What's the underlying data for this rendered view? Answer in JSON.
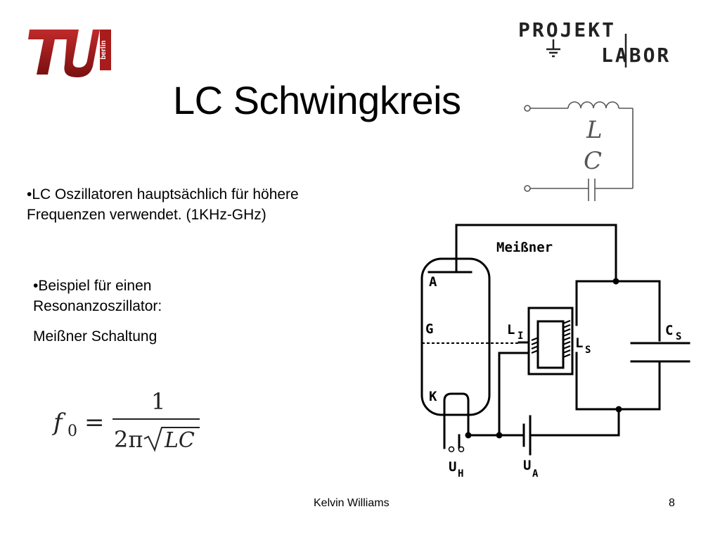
{
  "slide": {
    "title": "LC Schwingkreis",
    "bullets": [
      "•LC Oszillatoren hauptsächlich für höhere Frequenzen verwendet. (1KHz-GHz)",
      "•Beispiel für einen Resonanzoszillator:"
    ],
    "sub_text": "Meißner Schaltung",
    "formula": {
      "lhs": "f",
      "lhs_subscript": "0",
      "equals": "=",
      "numerator": "1",
      "denominator_prefix": "2π",
      "radicand": "LC"
    }
  },
  "logos": {
    "university": "TU berlin",
    "project_line1": "PROJEKT",
    "project_line2": "LABOR"
  },
  "lc_circuit": {
    "inductor_label": "L",
    "capacitor_label": "C"
  },
  "meissner_diagram": {
    "title": "Meißner",
    "tube_labels": {
      "anode": "A",
      "grid": "G",
      "cathode": "K"
    },
    "coil_li": "L",
    "coil_li_sub": "I",
    "coil_ls": "L",
    "coil_ls_sub": "S",
    "capacitor": "C",
    "capacitor_sub": "S",
    "supply_uh": "U",
    "supply_uh_sub": "H",
    "supply_ua": "U",
    "supply_ua_sub": "A"
  },
  "footer": {
    "author": "Kelvin Williams",
    "page_number": "8"
  },
  "colors": {
    "tu_red": "#a81c1c",
    "text": "#000000",
    "line": "#000000"
  }
}
